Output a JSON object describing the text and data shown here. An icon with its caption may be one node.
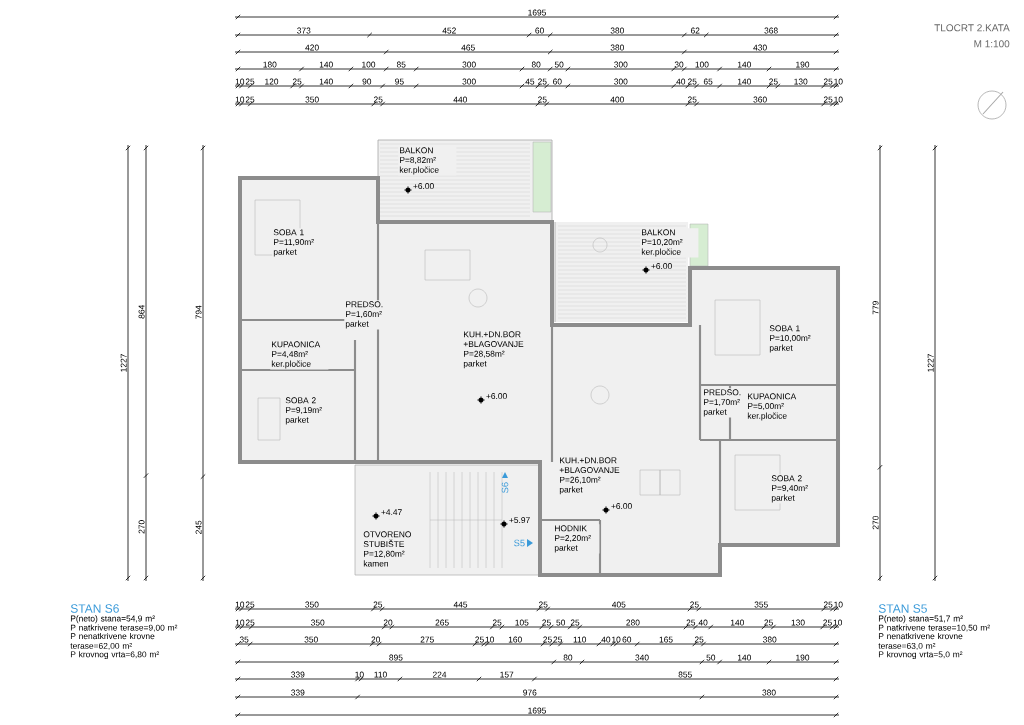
{
  "diagram": {
    "title": "TLOCRT 2.KATA",
    "nodes": [
      {
        "text": [
          "BALKON",
          "P=8,82m²",
          "ker.pločice"
        ]
      },
      {
        "text": [
          "SOBA 1",
          "P=11,90m²",
          "parket"
        ]
      },
      {
        "text": [
          "BALKON",
          "P=10,20m²",
          "ker.pločice"
        ]
      },
      {
        "text": [
          "KUH.+DN.BOR +BLAGOVANJE",
          "P=28,58m²",
          "parket"
        ]
      },
      {
        "text": [
          "SOBA 1",
          "P=10,00m²",
          "parket"
        ]
      },
      {
        "text": [
          "PREDSO.",
          "P=1,60m²",
          "parket"
        ]
      },
      {
        "text": [
          "KUPAONICA",
          "P=4,48m²",
          "ker.pločice"
        ]
      },
      {
        "text": [
          "PREDSO.",
          "P=1,70m²",
          "parket"
        ]
      },
      {
        "text": [
          "KUPAONICA",
          "P=5,00m²",
          "ker.pločice"
        ]
      },
      {
        "text": [
          "SOBA 2",
          "P=9,19m²",
          "parket"
        ]
      },
      {
        "text": [
          "KUH.+DN.BOR +BLAGOVANJE",
          "P=26,10m²",
          "parket"
        ]
      },
      {
        "text": [
          "SOBA 2",
          "P=9,40m²",
          "parket"
        ]
      },
      {
        "text": [
          "OTVORENO STUBIŠTE",
          "P=12,80m²",
          "kamen"
        ]
      },
      {
        "text": [
          "HODNIK",
          "P=2,20m²",
          "parket"
        ]
      }
    ],
    "labels": [
      "M 1:100",
      "1695",
      "373",
      "452",
      "60",
      "380",
      "62",
      "368",
      "420",
      "465",
      "380",
      "430",
      "180",
      "140",
      "100",
      "85",
      "300",
      "80",
      "50",
      "300",
      "30",
      "100",
      "140",
      "190",
      "10",
      "25",
      "120",
      "25",
      "140",
      "90",
      "95",
      "300",
      "45",
      "25",
      "60",
      "300",
      "40",
      "25",
      "65",
      "140",
      "25",
      "130",
      "25",
      "10",
      "10",
      "25",
      "350",
      "25",
      "440",
      "25",
      "400",
      "25",
      "360",
      "25",
      "10",
      "1227",
      "864",
      "270",
      "794",
      "245",
      "779",
      "270",
      "1227",
      "+6.00",
      "+6.00",
      "+6.00",
      "+6.00",
      "+4.47",
      "+5.97",
      "S6",
      "S5",
      "STAN S6",
      "P(neto) stana=54,9 m²",
      "P natkrivene terase=9,00 m²",
      "P nenatkrivene krovne terase=62,00 m²",
      "P krovnog vrta=6,80 m²",
      "10",
      "25",
      "350",
      "25",
      "445",
      "25",
      "405",
      "25",
      "355",
      "25",
      "10",
      "10",
      "25",
      "350",
      "20",
      "265",
      "25",
      "105",
      "25",
      "50",
      "25",
      "280",
      "25",
      "40",
      "140",
      "25",
      "130",
      "25",
      "10",
      "35",
      "350",
      "20",
      "275",
      "25",
      "10",
      "160",
      "25",
      "25",
      "110",
      "40",
      "10",
      "60",
      "165",
      "25",
      "380",
      "895",
      "80",
      "340",
      "50",
      "140",
      "190",
      "339",
      "10",
      "110",
      "224",
      "157",
      "855",
      "339",
      "976",
      "380",
      "1695",
      "STAN S5",
      "P(neto) stana=51,7 m²",
      "P natkrivene terase=10,50 m²",
      "P nenatkrivene krovne terase=63,0 m²",
      "P krovnog vrta=5,0 m²"
    ]
  }
}
